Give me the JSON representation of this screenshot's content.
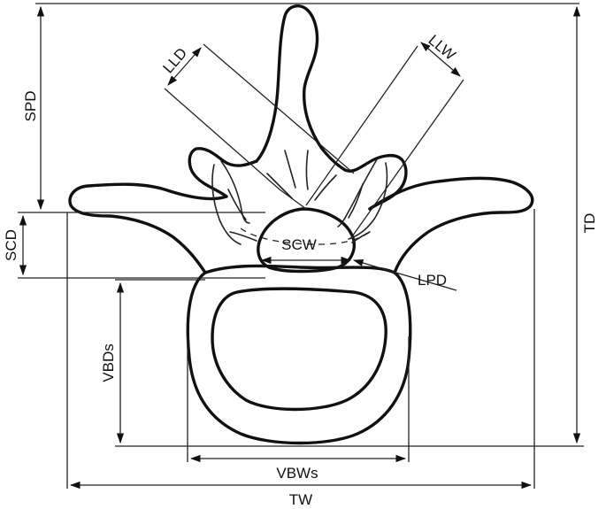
{
  "labels": {
    "spd": "SPD",
    "lld": "LLD",
    "llw": "LLW",
    "td": "TD",
    "scd": "SCD",
    "scw": "SCW",
    "lpd": "LPD",
    "vbds": "VBDs",
    "vbws": "VBWs",
    "tw": "TW"
  },
  "colors": {
    "line": "#111111",
    "background": "#ffffff"
  }
}
